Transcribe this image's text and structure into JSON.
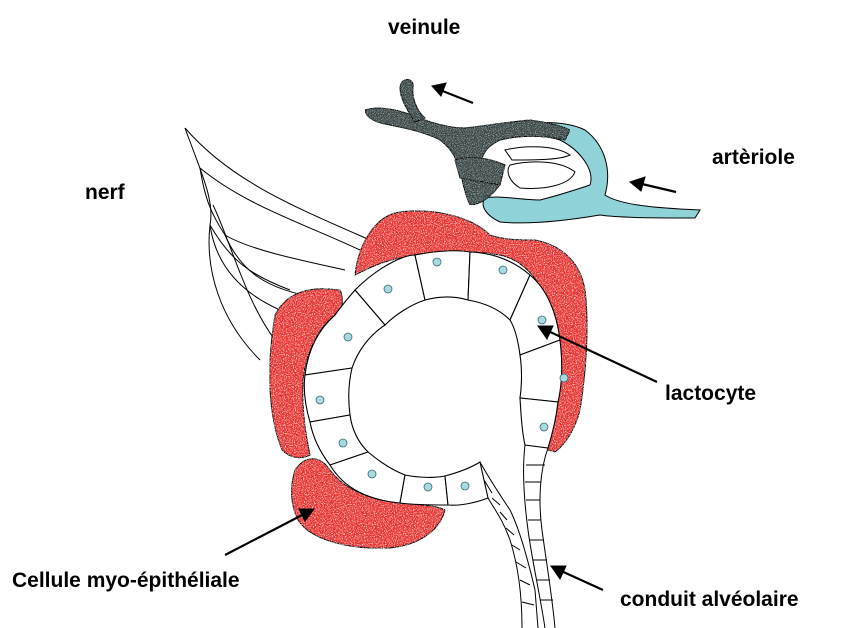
{
  "labels": {
    "veinule": "veinule",
    "arteriole": "artèriole",
    "nerf": "nerf",
    "lactocyte": "lactocyte",
    "myoepithelial": "Cellule myo-épithéliale",
    "conduit": "conduit alvéolaire"
  },
  "colors": {
    "myoepithelial": "#e8312f",
    "arteriole": "#8fd3d8",
    "veinule": "#3d4a4a",
    "nucleus": "#a8d8e0",
    "outline": "#000000"
  }
}
